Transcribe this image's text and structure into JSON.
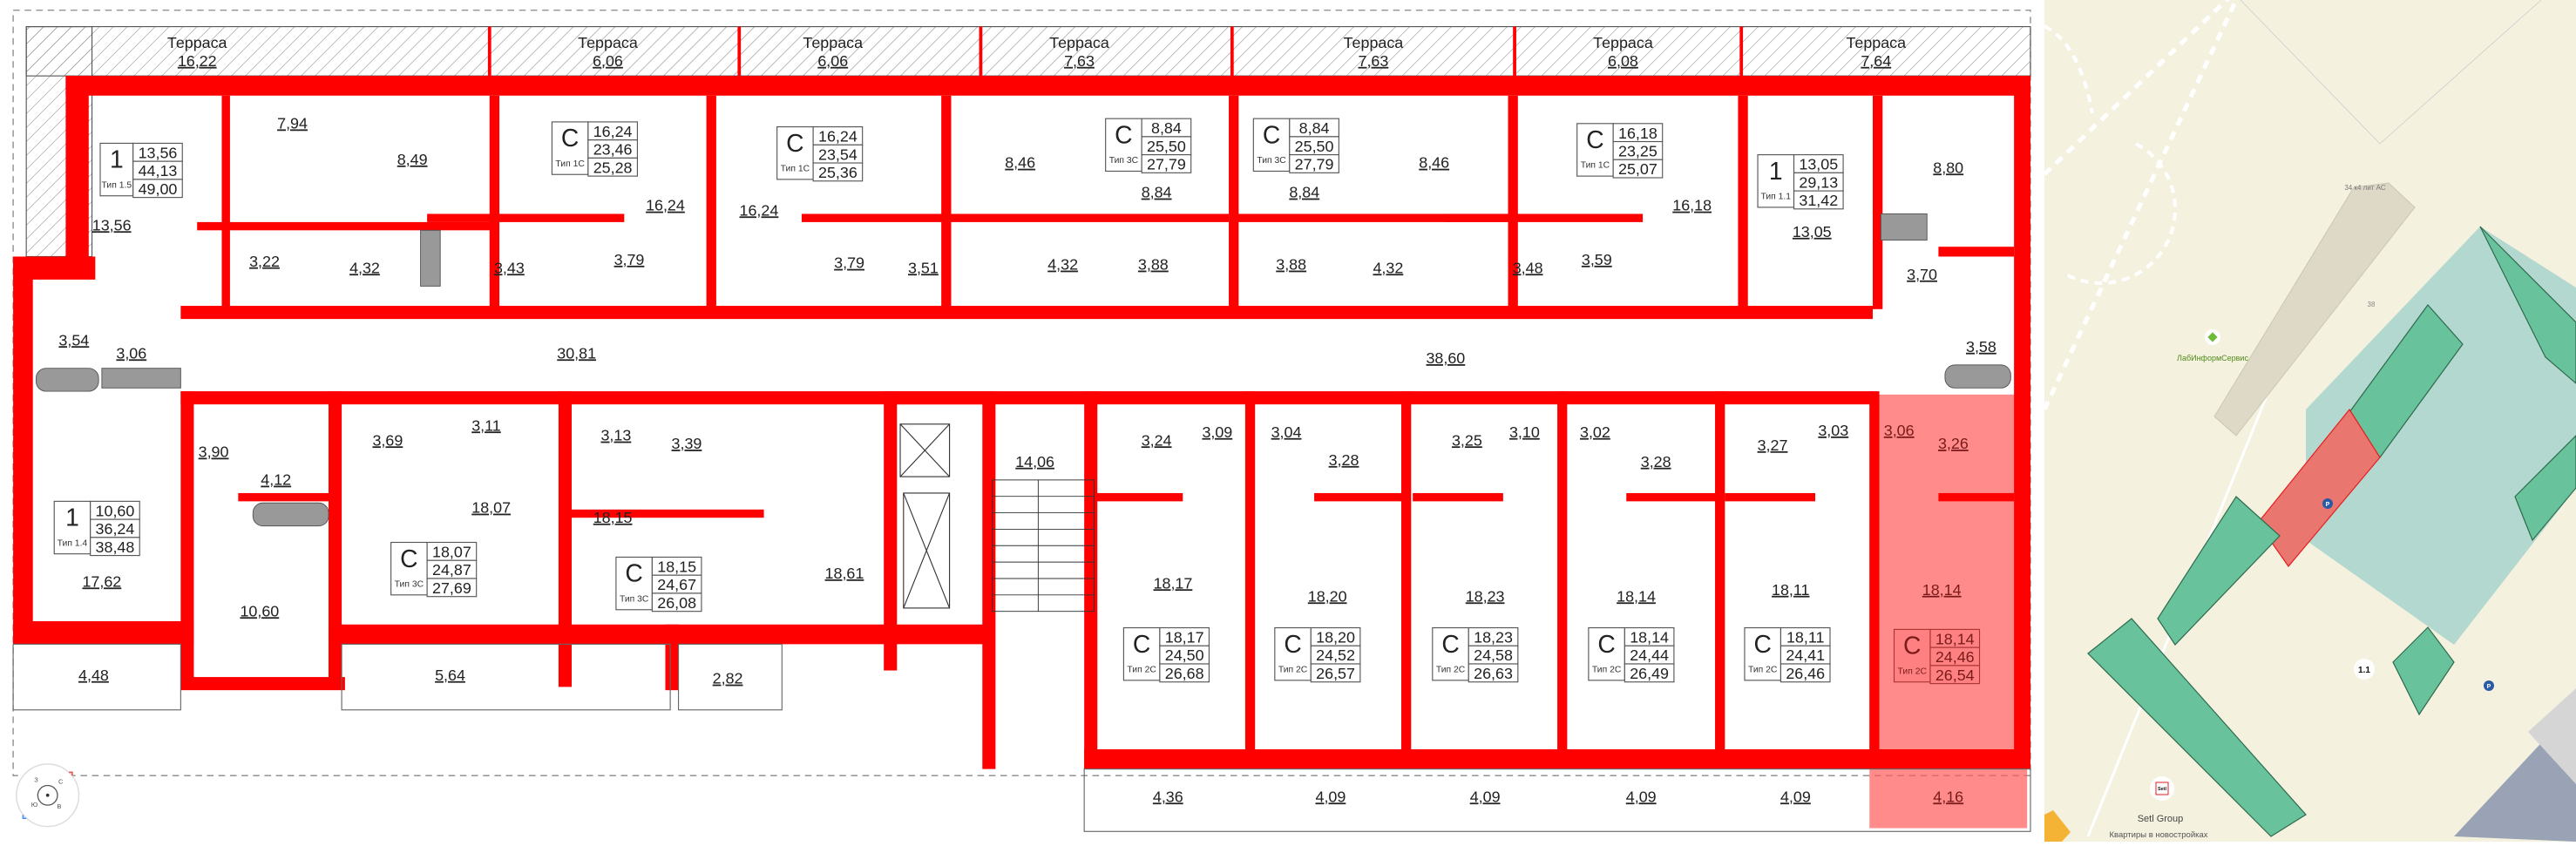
{
  "plan": {
    "highlight_color": "#ff0000",
    "selected_fill": "#ff6f6f",
    "terraces": [
      {
        "label": "Терраса",
        "area": "16,22"
      },
      {
        "label": "Терраса",
        "area": "6,06"
      },
      {
        "label": "Терраса",
        "area": "6,06"
      },
      {
        "label": "Терраса",
        "area": "7,63"
      },
      {
        "label": "Терраса",
        "area": "7,63"
      },
      {
        "label": "Терраса",
        "area": "6,08"
      },
      {
        "label": "Терраса",
        "area": "7,64"
      }
    ],
    "apartments": [
      {
        "rooms": "1",
        "type": "Тип 1.5",
        "living": "13,56",
        "total": "44,13",
        "total_with_terrace": "49,00"
      },
      {
        "rooms": "С",
        "type": "Тип 1С",
        "living": "16,24",
        "total": "23,46",
        "total_with_terrace": "25,28"
      },
      {
        "rooms": "С",
        "type": "Тип 1С",
        "living": "16,24",
        "total": "23,54",
        "total_with_terrace": "25,36"
      },
      {
        "rooms": "С",
        "type": "Тип 3С",
        "living": "8,84",
        "total": "25,50",
        "total_with_terrace": "27,79"
      },
      {
        "rooms": "С",
        "type": "Тип 3С",
        "living": "8,84",
        "total": "25,50",
        "total_with_terrace": "27,79"
      },
      {
        "rooms": "С",
        "type": "Тип 1С",
        "living": "16,18",
        "total": "23,25",
        "total_with_terrace": "25,07"
      },
      {
        "rooms": "1",
        "type": "Тип 1.1",
        "living": "13,05",
        "total": "29,13",
        "total_with_terrace": "31,42"
      },
      {
        "rooms": "1",
        "type": "Тип 1.4",
        "living": "10,60",
        "total": "36,24",
        "total_with_terrace": "38,48"
      },
      {
        "rooms": "С",
        "type": "Тип 3С",
        "living": "18,07",
        "total": "24,87",
        "total_with_terrace": "27,69"
      },
      {
        "rooms": "С",
        "type": "Тип 3С",
        "living": "18,15",
        "total": "24,67",
        "total_with_terrace": "26,08"
      },
      {
        "rooms": "С",
        "type": "Тип 2С",
        "living": "18,17",
        "total": "24,50",
        "total_with_terrace": "26,68"
      },
      {
        "rooms": "С",
        "type": "Тип 2С",
        "living": "18,20",
        "total": "24,52",
        "total_with_terrace": "26,57"
      },
      {
        "rooms": "С",
        "type": "Тип 2С",
        "living": "18,23",
        "total": "24,58",
        "total_with_terrace": "26,63"
      },
      {
        "rooms": "С",
        "type": "Тип 2С",
        "living": "18,14",
        "total": "24,44",
        "total_with_terrace": "26,49"
      },
      {
        "rooms": "С",
        "type": "Тип 2С",
        "living": "18,11",
        "total": "24,41",
        "total_with_terrace": "26,46"
      },
      {
        "rooms": "С",
        "type": "Тип 2С",
        "living": "18,14",
        "total": "24,46",
        "total_with_terrace": "26,54",
        "selected": true
      }
    ],
    "rooms": {
      "r13_56": "13,56",
      "r7_94": "7,94",
      "r8_49": "8,49",
      "r16_24a": "16,24",
      "r16_24b": "16,24",
      "r8_46a": "8,46",
      "r8_84a": "8,84",
      "r8_84b": "8,84",
      "r8_46b": "8,46",
      "r16_18": "16,18",
      "r13_05": "13,05",
      "r8_80": "8,80",
      "r3_22": "3,22",
      "r4_32a": "4,32",
      "r3_43": "3,43",
      "r3_79a": "3,79",
      "r3_79b": "3,79",
      "r3_51": "3,51",
      "r4_32b": "4,32",
      "r3_88a": "3,88",
      "r3_88b": "3,88",
      "r4_32c": "4,32",
      "r3_48": "3,48",
      "r3_59": "3,59",
      "r3_70": "3,70",
      "r3_58": "3,58",
      "r3_54": "3,54",
      "r3_06a": "3,06",
      "corridor_left": "30,81",
      "corridor_right": "38,60",
      "r3_90": "3,90",
      "r4_12": "4,12",
      "r3_69": "3,69",
      "r3_11": "3,11",
      "r3_13": "3,13",
      "r3_39": "3,39",
      "r17_62": "17,62",
      "r10_60": "10,60",
      "r18_07": "18,07",
      "r18_15": "18,15",
      "r18_61": "18,61",
      "r14_06": "14,06",
      "r3_24": "3,24",
      "r3_09": "3,09",
      "r3_04": "3,04",
      "r3_28a": "3,28",
      "r3_25": "3,25",
      "r3_10": "3,10",
      "r3_02": "3,02",
      "r3_28b": "3,28",
      "r3_27": "3,27",
      "r3_03": "3,03",
      "r3_06b": "3,06",
      "r3_26": "3,26",
      "r18_17": "18,17",
      "r18_20": "18,20",
      "r18_23": "18,23",
      "r18_14a": "18,14",
      "r18_11": "18,11",
      "r18_14b": "18,14",
      "b4_48": "4,48",
      "b5_64": "5,64",
      "b2_82": "2,82",
      "b4_36": "4,36",
      "b4_09a": "4,09",
      "b4_09b": "4,09",
      "b4_09c": "4,09",
      "b4_09d": "4,09",
      "b4_16": "4,16"
    },
    "compass": {
      "letters": [
        "С",
        "В",
        "Ю",
        "З"
      ]
    }
  },
  "map": {
    "building_label": "34 к4 лит АС",
    "building_label_2": "38",
    "poi_name": "ЛабИнформСервис",
    "parking_icon": "P",
    "section_badge": "1.1",
    "developer_logo": "Setl",
    "developer_name": "Setl Group",
    "developer_subtitle": "Квартиры в новостройках",
    "colors": {
      "ground": "#f4f1df",
      "building": "#68c29b",
      "selected": "#ea7670",
      "courtyard": "#b3d8d0",
      "parking": "#99a3b5"
    }
  }
}
